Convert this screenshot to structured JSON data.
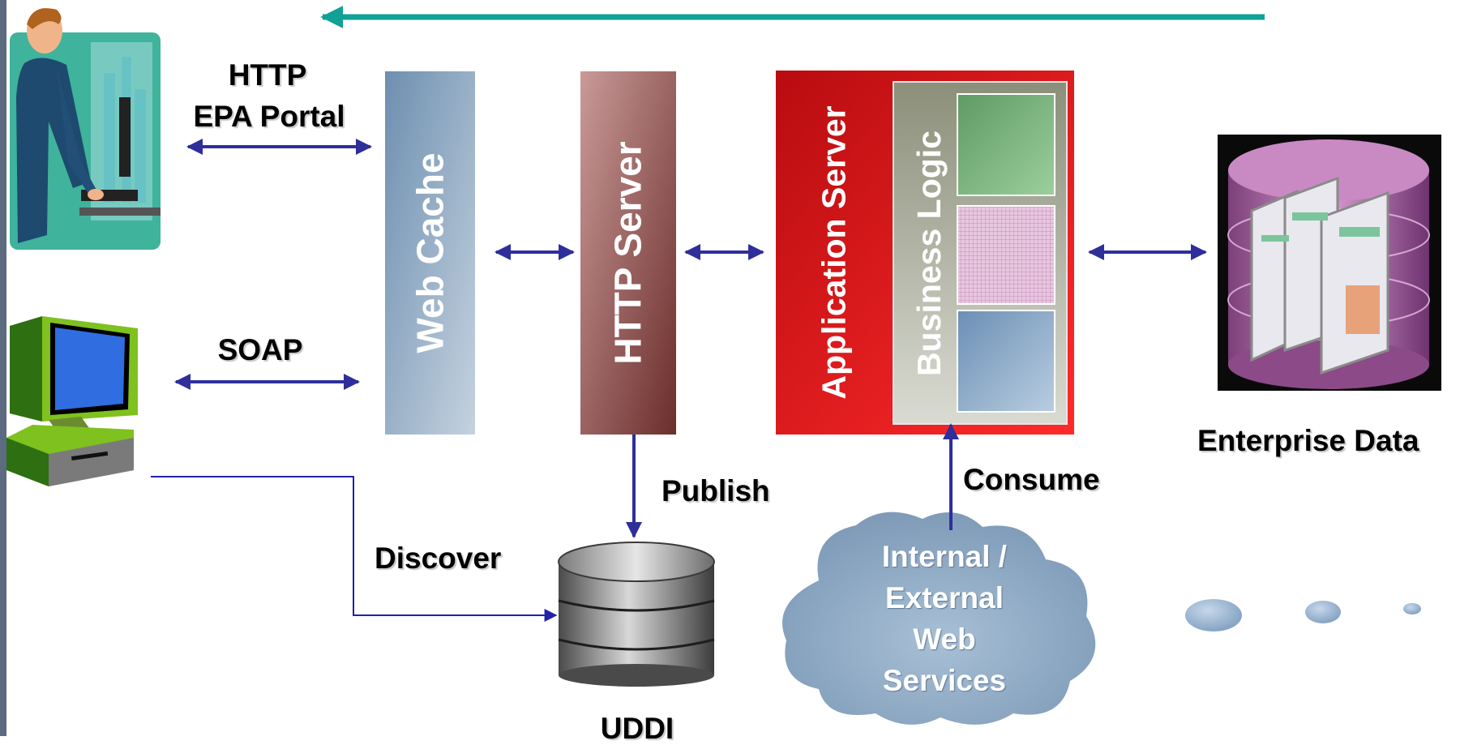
{
  "labels": {
    "http": "HTTP",
    "epa_portal": "EPA Portal",
    "soap": "SOAP",
    "web_cache": "Web Cache",
    "http_server": "HTTP Server",
    "application_server": "Application Server",
    "business_logic": "Business Logic",
    "enterprise_data": "Enterprise Data",
    "publish": "Publish",
    "consume": "Consume",
    "discover": "Discover",
    "uddi": "UDDI",
    "cloud": [
      "Internal /",
      "External",
      "Web",
      "Services"
    ]
  },
  "colors": {
    "top_arrow": "#12a196",
    "connector_arrows": "#2e2f9a",
    "web_cache": "#8aa5bd",
    "http_server": "#a56e6e",
    "application_server": "#e01d22",
    "cloud": "#8fa9c3"
  },
  "icons": [
    "person-at-desk-icon",
    "desktop-computer-icon",
    "database-icon",
    "enterprise-data-icon",
    "cloud-icon"
  ]
}
